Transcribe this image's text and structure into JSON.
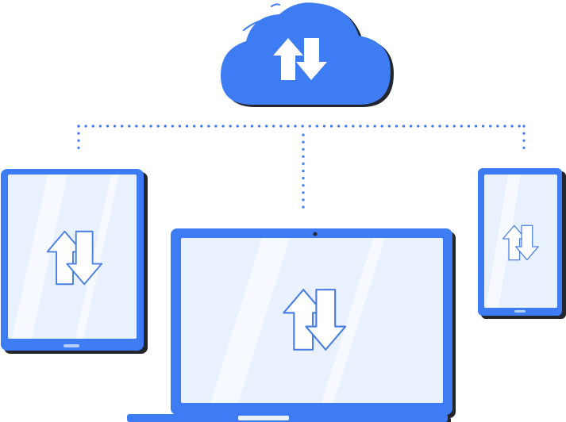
{
  "colors": {
    "primary": "#3D7CF2",
    "primary_dark": "#24262E",
    "screen": "#EAF1FE",
    "screen_glint": "#F6F9FF",
    "arrow_outline": "#4A7FE6",
    "arrow_fill": "#FFFFFF",
    "connector": "#3D7CF2"
  },
  "icons": {
    "cloud": "cloud-sync-icon",
    "transfer": "up-down-arrows-icon"
  },
  "devices": [
    "tablet",
    "laptop",
    "phone"
  ]
}
